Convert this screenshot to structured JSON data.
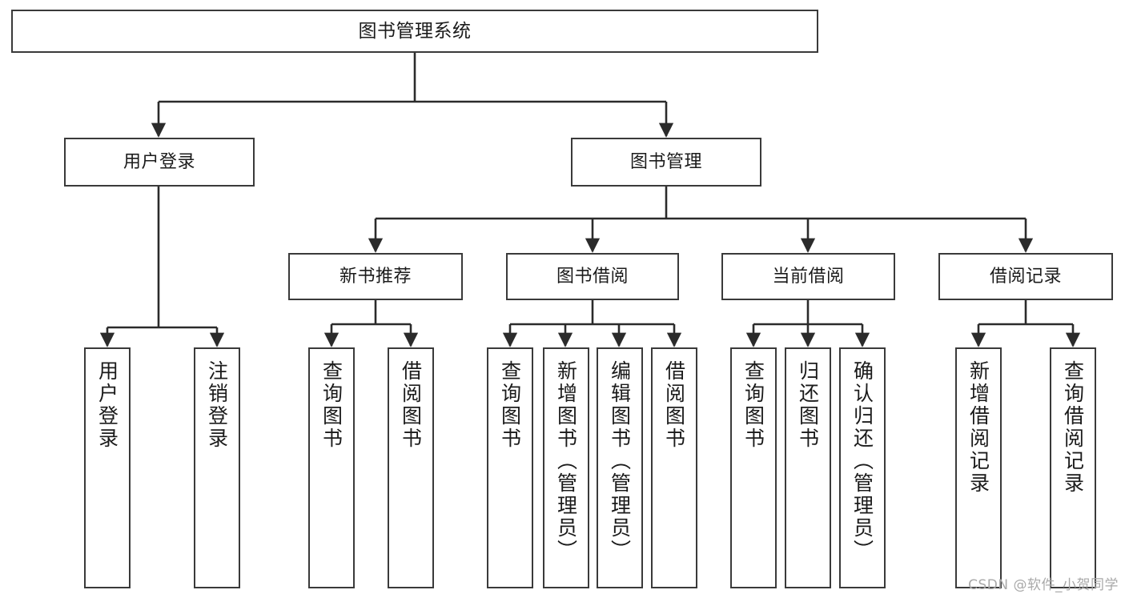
{
  "diagram": {
    "type": "tree-hierarchy",
    "title": "图书管理系统",
    "watermark": "CSDN @软件_小贺同学",
    "colors": {
      "box_border": "#3a3a3a",
      "box_fill": "#ffffff",
      "connector": "#2b2b2b",
      "text": "#1b1b1b",
      "watermark": "#a9a9a9",
      "background": "#ffffff"
    },
    "nodes": {
      "root": {
        "label": "图书管理系统",
        "orientation": "horizontal",
        "level": 0
      },
      "user_login": {
        "label": "用户登录",
        "orientation": "horizontal",
        "level": 1
      },
      "book_manage": {
        "label": "图书管理",
        "orientation": "horizontal",
        "level": 1
      },
      "new_book_rec": {
        "label": "新书推荐",
        "orientation": "horizontal",
        "level": 2
      },
      "book_borrow": {
        "label": "图书借阅",
        "orientation": "horizontal",
        "level": 2
      },
      "current_borrow": {
        "label": "当前借阅",
        "orientation": "horizontal",
        "level": 2
      },
      "borrow_record": {
        "label": "借阅记录",
        "orientation": "horizontal",
        "level": 2
      },
      "leaf_user_login": {
        "label": "用户登录",
        "orientation": "vertical",
        "level": 2
      },
      "leaf_logout": {
        "label": "注销登录",
        "orientation": "vertical",
        "level": 2
      },
      "leaf_query_book_1": {
        "label": "查询图书",
        "orientation": "vertical",
        "level": 3
      },
      "leaf_borrow_book_1": {
        "label": "借阅图书",
        "orientation": "vertical",
        "level": 3
      },
      "leaf_query_book_2": {
        "label": "查询图书",
        "orientation": "vertical",
        "level": 3
      },
      "leaf_add_book": {
        "label": "新增图书（管理员）",
        "orientation": "vertical",
        "level": 3
      },
      "leaf_edit_book": {
        "label": "编辑图书（管理员）",
        "orientation": "vertical",
        "level": 3
      },
      "leaf_borrow_book_2": {
        "label": "借阅图书",
        "orientation": "vertical",
        "level": 3
      },
      "leaf_query_book_3": {
        "label": "查询图书",
        "orientation": "vertical",
        "level": 3
      },
      "leaf_return_book": {
        "label": "归还图书",
        "orientation": "vertical",
        "level": 3
      },
      "leaf_confirm_return": {
        "label": "确认归还（管理员）",
        "orientation": "vertical",
        "level": 3
      },
      "leaf_add_record": {
        "label": "新增借阅记录",
        "orientation": "vertical",
        "level": 3
      },
      "leaf_query_record": {
        "label": "查询借阅记录",
        "orientation": "vertical",
        "level": 3
      }
    },
    "edges": [
      {
        "from": "root",
        "to": "user_login"
      },
      {
        "from": "root",
        "to": "book_manage"
      },
      {
        "from": "user_login",
        "to": "leaf_user_login"
      },
      {
        "from": "user_login",
        "to": "leaf_logout"
      },
      {
        "from": "book_manage",
        "to": "new_book_rec"
      },
      {
        "from": "book_manage",
        "to": "book_borrow"
      },
      {
        "from": "book_manage",
        "to": "current_borrow"
      },
      {
        "from": "book_manage",
        "to": "borrow_record"
      },
      {
        "from": "new_book_rec",
        "to": "leaf_query_book_1"
      },
      {
        "from": "new_book_rec",
        "to": "leaf_borrow_book_1"
      },
      {
        "from": "book_borrow",
        "to": "leaf_query_book_2"
      },
      {
        "from": "book_borrow",
        "to": "leaf_add_book"
      },
      {
        "from": "book_borrow",
        "to": "leaf_edit_book"
      },
      {
        "from": "book_borrow",
        "to": "leaf_borrow_book_2"
      },
      {
        "from": "current_borrow",
        "to": "leaf_query_book_3"
      },
      {
        "from": "current_borrow",
        "to": "leaf_return_book"
      },
      {
        "from": "current_borrow",
        "to": "leaf_confirm_return"
      },
      {
        "from": "borrow_record",
        "to": "leaf_add_record"
      },
      {
        "from": "borrow_record",
        "to": "leaf_query_record"
      }
    ]
  }
}
